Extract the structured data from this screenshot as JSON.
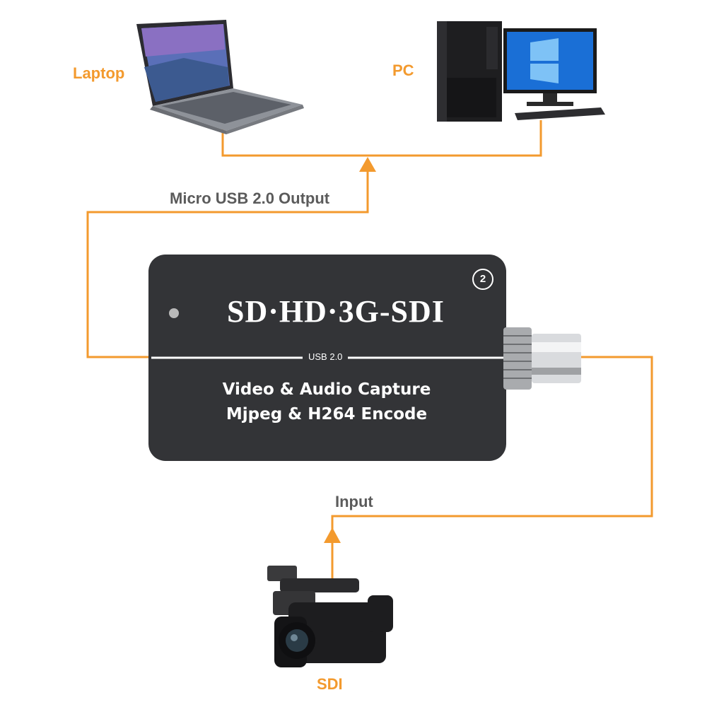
{
  "labels": {
    "laptop": "Laptop",
    "pc": "PC",
    "output": "Micro USB 2.0 Output",
    "input": "Input",
    "sdi": "SDI"
  },
  "device": {
    "title": "SD·HD·3G-SDI",
    "port_label": "USB 2.0",
    "line1": "Video & Audio Capture",
    "line2": "Mjpeg & H264 Encode",
    "badge": "2"
  },
  "colors": {
    "connector": "#f39a2e",
    "device_body": "#333437",
    "label_gray": "#5b5b5b"
  }
}
